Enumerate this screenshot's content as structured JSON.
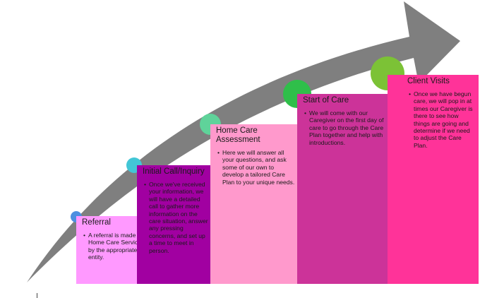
{
  "colors": {
    "arrow": "#7f7f7f",
    "referral_box": "#ff99ff",
    "initial_call_box": "#a100a1",
    "assessment_box": "#ff99cc",
    "start_of_care_box": "#cc3399",
    "client_visits_box": "#ff3399",
    "dot_blue": "#4d8fe0",
    "dot_teal": "#42c6d6",
    "dot_mint": "#5fd39a",
    "dot_green": "#2fbf4a",
    "dot_lime": "#7cc236"
  },
  "steps": [
    {
      "title": "Referral",
      "bullet": "A referral is made for Home Care Services by the appropriate entity."
    },
    {
      "title": "Initial Call/Inquiry",
      "bullet": "Once we've received your information, we will have a detailed call to gather more information on the care situation, answer any pressing concerns, and set up a time to meet in person."
    },
    {
      "title": "Home Care Assessment",
      "bullet": "Here we will answer all your questions, and ask some of our own to develop a tailored Care Plan to your unique needs."
    },
    {
      "title": "Start of Care",
      "bullet": "We will come with our Caregiver on the first day of care to go through the Care Plan together and help with introductions."
    },
    {
      "title": "Client Visits",
      "bullet": "Once we have begun care, we will pop in at times our Caregiver is there to see how things are going and determine if we need to adjust the Care Plan."
    }
  ]
}
